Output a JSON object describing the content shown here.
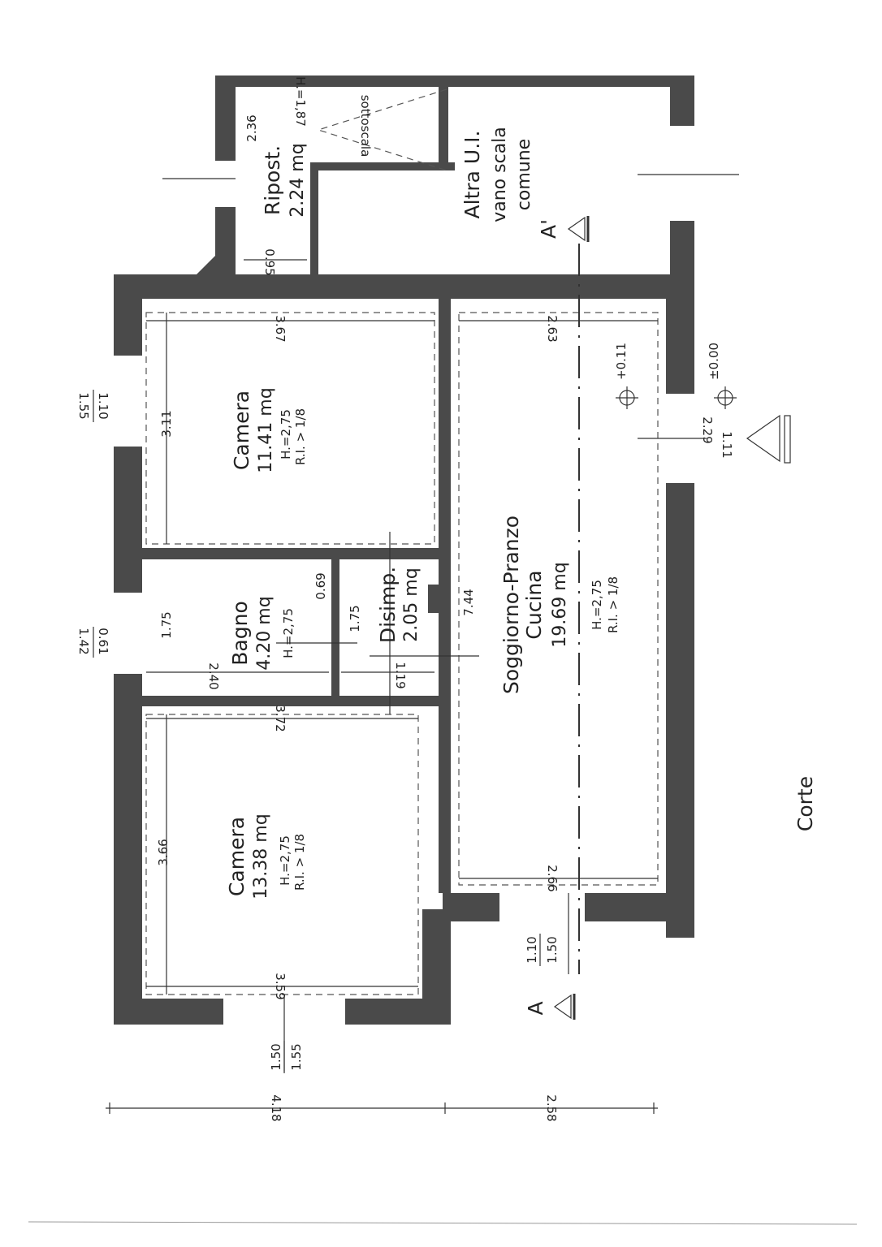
{
  "rooms": {
    "ripost": {
      "name": "Ripost.",
      "area": "2.24 mq",
      "height": "H.=1,87",
      "width_dim": "0.95",
      "length_dim": "2.36",
      "note": "sottoscala"
    },
    "altra": {
      "line1": "Altra U.I.",
      "line2": "vano scala",
      "line3": "comune"
    },
    "camera1": {
      "name": "Camera",
      "area": "11.41 mq",
      "height": "H.=2,75",
      "ri": "R.I. > 1/8",
      "dim_w": "3.67",
      "dim_l": "3.11"
    },
    "bagno": {
      "name": "Bagno",
      "area": "4.20 mq",
      "height": "H.=2,75",
      "dim_a": "0.69",
      "dim_l": "1.75",
      "dim_w": "2.40"
    },
    "disimp": {
      "name": "Disimp.",
      "area": "2.05 mq",
      "dim_l": "1.75",
      "dim_w": "1.19"
    },
    "soggiorno": {
      "name": "Soggiorno-Pranzo",
      "name2": "Cucina",
      "area": "19.69 mq",
      "height": "H.=2,75",
      "ri": "R.I. > 1/8",
      "dim_top": "2.63",
      "dim_bottom": "2.66",
      "dim_l": "7.44"
    },
    "camera2": {
      "name": "Camera",
      "area": "13.38 mq",
      "height": "H.=2,75",
      "ri": "R.I. > 1/8",
      "dim_top": "3.72",
      "dim_l": "3.66",
      "dim_bottom": "3.59"
    }
  },
  "openings": {
    "win_camera1": [
      "1.55",
      "1.10"
    ],
    "win_bagno": [
      "1.42",
      "0.61"
    ],
    "door_entry": [
      "2.29",
      "1.11"
    ],
    "win_soggiorno": [
      "1.10",
      "1.50"
    ],
    "win_camera2": [
      "1.50",
      "1.55"
    ]
  },
  "levels": {
    "interior": "+0.11",
    "exterior": "±0.00"
  },
  "section": {
    "a": "A",
    "a_prime": "A'"
  },
  "overall": {
    "left": "4.18",
    "right": "2.58"
  },
  "outside": "Corte"
}
